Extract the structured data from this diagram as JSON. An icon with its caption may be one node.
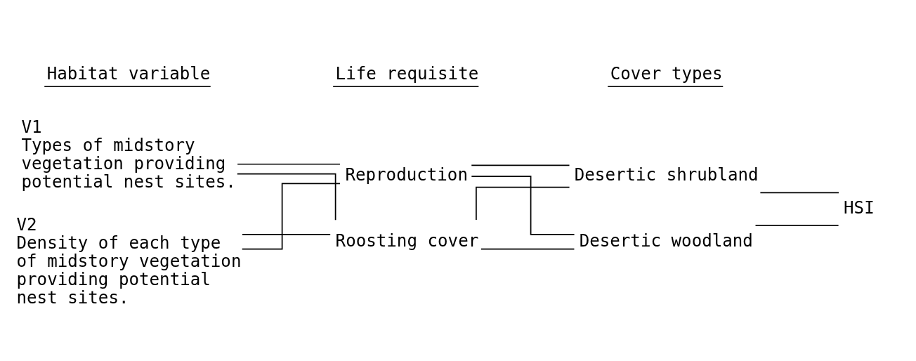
{
  "diagram": {
    "nodes": [
      {
        "text": [
          "V1",
          "Types of midstory vegetation providing potential nest sites."
        ]
      },
      {
        "text": [
          "V2",
          "Density of each type of midstory vegetation providing potential nest sites."
        ]
      },
      {
        "text": [
          "Reproduction"
        ]
      },
      {
        "text": [
          "Roosting cover"
        ]
      },
      {
        "text": [
          "Desertic shrubland"
        ]
      },
      {
        "text": [
          "Desertic woodland"
        ]
      },
      {
        "text": [
          "HSI"
        ]
      }
    ],
    "edges": [
      {
        "from": 0,
        "to": 2,
        "arrow": "none"
      },
      {
        "from": 0,
        "to": 3,
        "arrow": "none"
      },
      {
        "from": 1,
        "to": 2,
        "arrow": "none"
      },
      {
        "from": 1,
        "to": 3,
        "arrow": "none"
      },
      {
        "from": 2,
        "to": 4,
        "arrow": "none"
      },
      {
        "from": 2,
        "to": 5,
        "arrow": "none"
      },
      {
        "from": 3,
        "to": 4,
        "arrow": "none"
      },
      {
        "from": 3,
        "to": 5,
        "arrow": "none"
      },
      {
        "from": 4,
        "to": 6,
        "arrow": "none"
      },
      {
        "from": 5,
        "to": 6,
        "arrow": "none"
      }
    ],
    "labels": [
      "Habitat variable",
      "Life requisite",
      "Cover types"
    ]
  }
}
